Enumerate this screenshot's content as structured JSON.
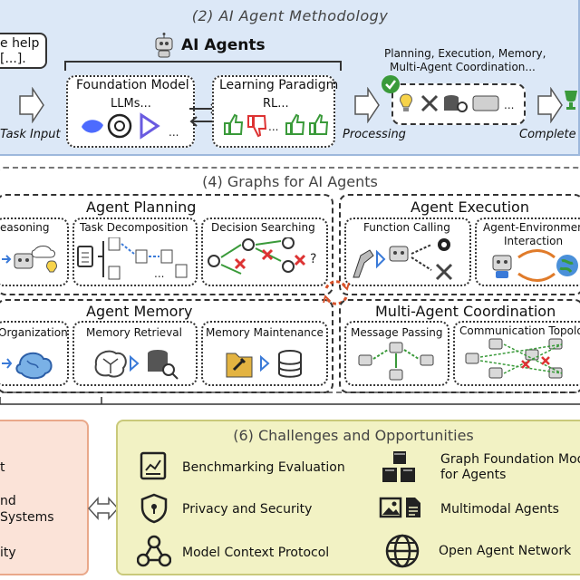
{
  "methodology": {
    "title": "(2) AI Agent Methodology",
    "speech": "e help",
    "speech_line2": "[...].",
    "task_input": "Task Input",
    "agents_title": "AI Agents",
    "foundation_model": "Foundation Model",
    "llms": "LLMs...",
    "learning_paradigm": "Learning Paradigm",
    "rl": "RL...",
    "processing": "Processing",
    "process_caption_line1": "Planning, Execution, Memory,",
    "process_caption_line2": "Multi-Agent Coordination...",
    "complete": "Complete",
    "ellipsis": "..."
  },
  "graphs": {
    "title": "(4) Graphs for AI Agents",
    "planning": {
      "title": "Agent Planning",
      "reasoning": "easoning",
      "task_decomposition": "Task Decomposition",
      "decision_searching": "Decision Searching"
    },
    "execution": {
      "title": "Agent Execution",
      "function_calling": "Function Calling",
      "env_line1": "Agent-Environmen",
      "env_line2": "Interaction"
    },
    "memory": {
      "title": "Agent Memory",
      "organization": "Organization",
      "retrieval": "Memory Retrieval",
      "maintenance": "Memory Maintenance"
    },
    "coordination": {
      "title": "Multi-Agent Coordination",
      "message_passing": "Message Passing",
      "topology": "Communication Topolo"
    }
  },
  "left_panel": {
    "line1": "t",
    "line2": "nd",
    "line3": "Systems",
    "line4": "ity"
  },
  "challenges": {
    "title": "(6) Challenges and Opportunities",
    "items": [
      {
        "label": "Benchmarking Evaluation",
        "icon": "chart-check-icon"
      },
      {
        "label": "Privacy and Security",
        "icon": "shield-lock-icon"
      },
      {
        "label": "Model Context Protocol",
        "icon": "network-triangle-icon"
      },
      {
        "label": "Graph Foundation Mod",
        "label2": "for Agents",
        "icon": "cubes-icon"
      },
      {
        "label": "Multimodal Agents",
        "icon": "image-document-icon"
      },
      {
        "label": "Open Agent Network",
        "icon": "globe-icon"
      }
    ]
  },
  "colors": {
    "methodology_bg": "#dce8f7",
    "challenges_bg": "#f2f2c4",
    "left_bg": "#fbe3d8",
    "left_border": "#e9a88a",
    "accent_green": "#3a9a3a",
    "accent_red": "#d33",
    "accent_blue": "#3a7ad8"
  }
}
